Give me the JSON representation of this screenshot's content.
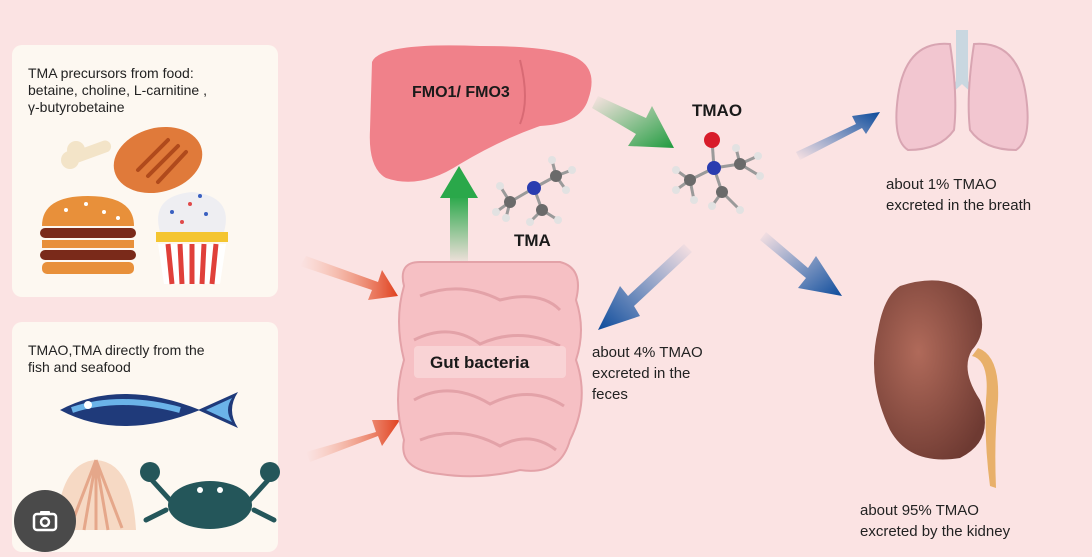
{
  "sources": {
    "food_text_lines": [
      "TMA precursors from food:",
      "betaine, choline, L-carnitine ,",
      "γ-butyrobetaine"
    ],
    "seafood_text_lines": [
      "TMAO,TMA directly from the",
      "fish and seafood"
    ]
  },
  "labels": {
    "liver": "FMO1/ FMO3",
    "tma": "TMA",
    "tmao": "TMAO",
    "gut": "Gut bacteria",
    "breath_lines": [
      "about 1% TMAO",
      "excreted in the breath"
    ],
    "feces_lines": [
      "about 4% TMAO",
      "excreted in the",
      "feces"
    ],
    "kidney_lines": [
      "about 95% TMAO",
      "excreted by the kidney"
    ]
  },
  "icons": [
    "chicken-leg-icon",
    "burger-icon",
    "cupcake-icon",
    "fish-icon",
    "shell-icon",
    "crab-icon",
    "liver-icon",
    "intestine-icon",
    "lungs-icon",
    "kidney-icon",
    "tma-molecule-icon",
    "tmao-molecule-icon",
    "camera-lens-icon"
  ],
  "colors": {
    "background": "#fbe3e3",
    "card": "#fdf8f1",
    "green_arrow": "#2aa84a",
    "blue_arrow": "#1a5fb0",
    "orange_arrow": "#e8502a"
  }
}
